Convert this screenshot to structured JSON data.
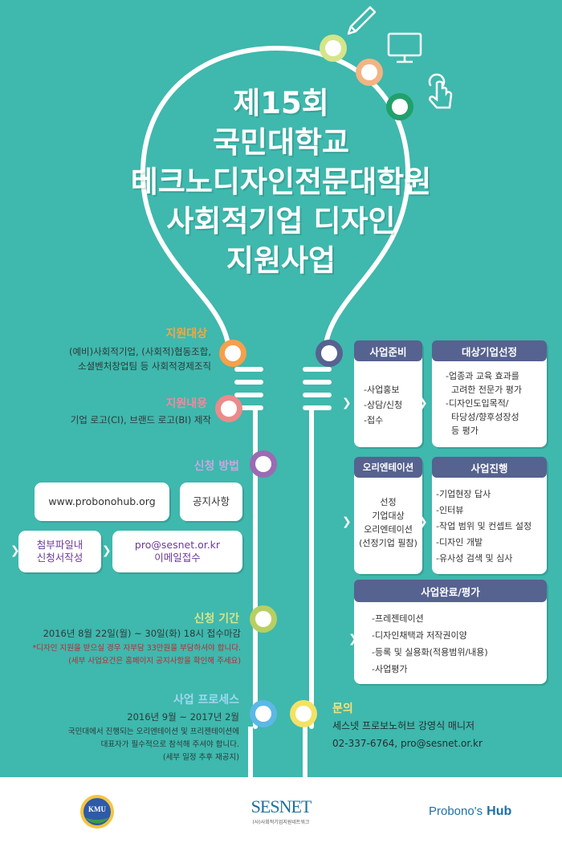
{
  "title": {
    "lines": [
      "제15회",
      "국민대학교",
      "테크노디자인전문대학원",
      "사회적기업 디자인",
      "지원사업"
    ]
  },
  "left": {
    "target": {
      "label": "지원대상",
      "lines": [
        "(예비)사회적기업, (사회적)협동조합,",
        "소셜벤처창업팀 등 사회적경제조직"
      ]
    },
    "content": {
      "label": "지원내용",
      "text": "기업 로고(CI), 브랜드 로고(BI) 제작"
    },
    "method": {
      "label": "신청 방법",
      "website": "www.probonohub.org",
      "notice": "공지사항",
      "attach": [
        "첨부파일내",
        "신청서작성"
      ],
      "email": [
        "pro@sesnet.or.kr",
        "이메일접수"
      ]
    },
    "period": {
      "label": "신청 기간",
      "text": "2016년 8월 22일(월) ~ 30일(화) 18시 접수마감",
      "note1": "*디자인 지원을 받으실 경우 자부담 33만원을 부담하셔야 합니다.",
      "note2": "(세부 사업요건은 홈페이지 공지사항을 확인해 주세요)"
    },
    "process": {
      "label": "사업 프로세스",
      "text": "2016년 9월 ~ 2017년 2월",
      "notes": [
        "국민대에서 진행되는 오리엔테이션 및 프리젠테이션에",
        "대표자가 필수적으로 참석해 주셔야 합니다.",
        "(세부 일정 추후 재공지)"
      ]
    }
  },
  "right": {
    "prep": {
      "title": "사업준비",
      "items": [
        "-사업홍보",
        "-상담/신청",
        "-접수"
      ]
    },
    "select": {
      "title": "대상기업선정",
      "items": [
        "-업종과 교육 효과를",
        "  고려한 전문가 평가",
        "-디자인도입목적/",
        "  타당성/향후성장성",
        "  등 평가"
      ]
    },
    "orientation": {
      "title": "오리엔테이션",
      "items": [
        "선정",
        "기업대상",
        "오리엔테이션",
        "(선정기업 필참)"
      ]
    },
    "progress": {
      "title": "사업진행",
      "items": [
        "-기업현장 답사",
        "-인터뷰",
        "-작업 범위 및 컨셉트 설정",
        "-디자인 개발",
        "-유사성 검색 및 심사"
      ]
    },
    "complete": {
      "title": "사업완료/평가",
      "items": [
        "-프레젠테이션",
        "-디자인채택과 저작권이양",
        "-등록 및 실용화(적용범위/내용)",
        "-사업평가"
      ]
    }
  },
  "contact": {
    "label": "문의",
    "lines": [
      "세스넷 프로보노허브 강영식 매니저",
      "02-337-6764, pro@sesnet.or.kr"
    ]
  },
  "footer": {
    "kmu": "KMU",
    "sesnet": "SESNET",
    "sesnet_sub": "(사)사회적기업지원네트워크",
    "probono": "Probono's",
    "hub": "Hub"
  },
  "colors": {
    "background": "#3fb8ad",
    "orange": "#f5a04b",
    "pink": "#ec8a8a",
    "purple": "#9b6bb3",
    "lime": "#b7cf62",
    "blue": "#5cb8e6",
    "yellow": "#f2e265",
    "navy": "#56628f",
    "green": "#22a06b",
    "peach": "#f2b483",
    "label_orange": "#f7a541",
    "label_pink": "#f2899a",
    "label_purple": "#c9a6e0",
    "label_lime": "#d4e58a",
    "label_blue": "#9fd8f2",
    "label_yellow": "#f5e27a"
  },
  "icons": [
    "pencil-icon",
    "monitor-icon",
    "touch-hand-icon",
    "chevron-right-icon"
  ]
}
